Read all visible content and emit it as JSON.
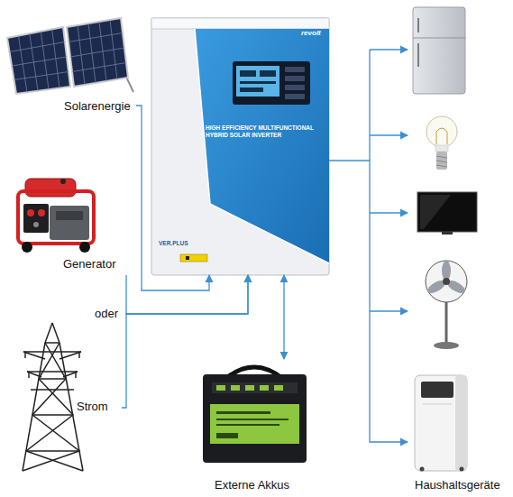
{
  "diagram": {
    "nodes": [
      {
        "text": [
          "Solarenergie"
        ]
      },
      {
        "text": [
          "Generator"
        ]
      },
      {
        "text": [
          "Strom"
        ]
      },
      {
        "text": [
          "revolt",
          "HIGH EFFICIENCY MULTIFUNCTIONAL HYBRID SOLAR INVERTER",
          "VER.PLUS"
        ]
      },
      {
        "text": [
          "Externe Akkus"
        ]
      },
      {
        "text": [
          "Haushaltsgeräte"
        ]
      }
    ],
    "edges": [
      {
        "from": 0,
        "to": 3,
        "arrow": "to"
      },
      {
        "from": 1,
        "to": 3,
        "arrow": "to",
        "label": "oder"
      },
      {
        "from": 2,
        "to": 3,
        "arrow": "to"
      },
      {
        "from": 3,
        "to": 4,
        "arrow": "both"
      },
      {
        "from": 3,
        "to": 5,
        "arrow": "to"
      }
    ]
  }
}
